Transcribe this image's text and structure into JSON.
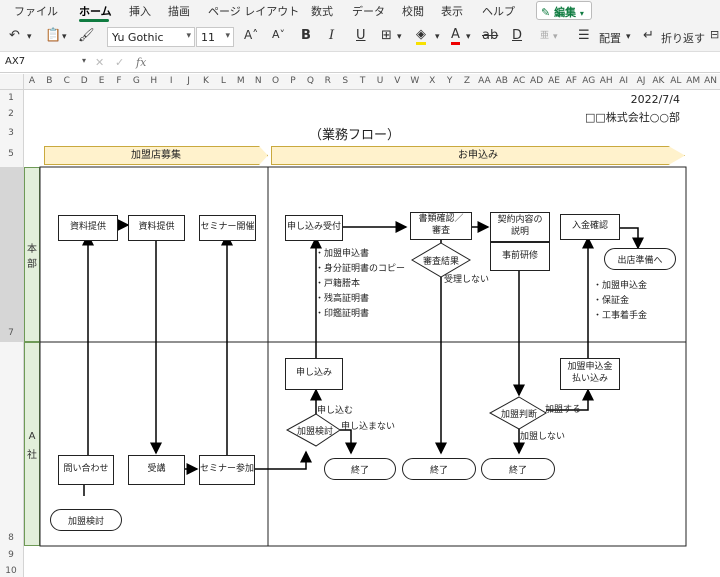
{
  "menu": {
    "file": "ファイル",
    "home": "ホーム",
    "insert": "挿入",
    "draw": "描画",
    "page_layout": "ページ レイアウト",
    "formulas": "数式",
    "data": "データ",
    "review": "校閲",
    "view": "表示",
    "help": "ヘルプ",
    "edit": "編集"
  },
  "toolbar": {
    "font_name": "Yu Gothic",
    "font_size": "11",
    "bold": "B",
    "italic": "I",
    "underline": "U",
    "strike": "ab",
    "underline2": "D",
    "layout": "配置",
    "wrap": "折り返す"
  },
  "formula_bar": {
    "name_box": "AX7",
    "fx": "fx"
  },
  "columns": [
    "A",
    "B",
    "C",
    "D",
    "E",
    "F",
    "G",
    "H",
    "I",
    "J",
    "K",
    "L",
    "M",
    "N",
    "O",
    "P",
    "Q",
    "R",
    "S",
    "T",
    "U",
    "V",
    "W",
    "X",
    "Y",
    "Z",
    "AA",
    "AB",
    "AC",
    "AD",
    "AE",
    "AF",
    "AG",
    "AH",
    "AI",
    "AJ",
    "AK",
    "AL",
    "AM",
    "AN"
  ],
  "rows": [
    "1",
    "2",
    "3",
    "5",
    "7",
    "8",
    "9",
    "10"
  ],
  "sheet": {
    "date": "2022/7/4",
    "company": "□□株式会社○○部",
    "title": "（業務フロー）",
    "phase_recruit": "加盟店募集",
    "phase_apply": "お申込み",
    "lane_hq_1": "本",
    "lane_hq_2": "部",
    "lane_a_1": "A",
    "lane_a_2": "社"
  },
  "nodes": {
    "hq_material1": "資料提供",
    "hq_material2": "資料提供",
    "hq_seminar": "セミナー開催",
    "hq_receive": "申し込み受付",
    "hq_docs_check": "書類確認／\n審査",
    "hq_exam_result": "審査結果",
    "hq_contract_explain": "契約内容の\n説明",
    "hq_pre_training": "事前研修",
    "hq_payment_check": "入金確認",
    "hq_opening_prep": "出店準備へ",
    "a_apply": "申し込み",
    "a_join_decide": "加盟検討",
    "a_join_judge": "加盟判断",
    "a_pay": "加盟申込金\n払い込み",
    "a_inquiry": "問い合わせ",
    "a_attend": "受講",
    "a_seminar_join": "セミナー参加",
    "a_consider": "加盟検討",
    "end1": "終了",
    "end2": "終了",
    "end3": "終了"
  },
  "notes": {
    "docs": [
      "・加盟申込書",
      "・身分証明書のコピー",
      "・戸籍謄本",
      "・残高証明書",
      "・印鑑証明書"
    ],
    "payments": [
      "・加盟申込金",
      "・保証金",
      "・工事着手金"
    ],
    "apply_yes": "申し込む",
    "apply_no": "申し込まない",
    "pass_no": "受理しない",
    "join_yes": "加盟する",
    "join_no": "加盟しない"
  }
}
